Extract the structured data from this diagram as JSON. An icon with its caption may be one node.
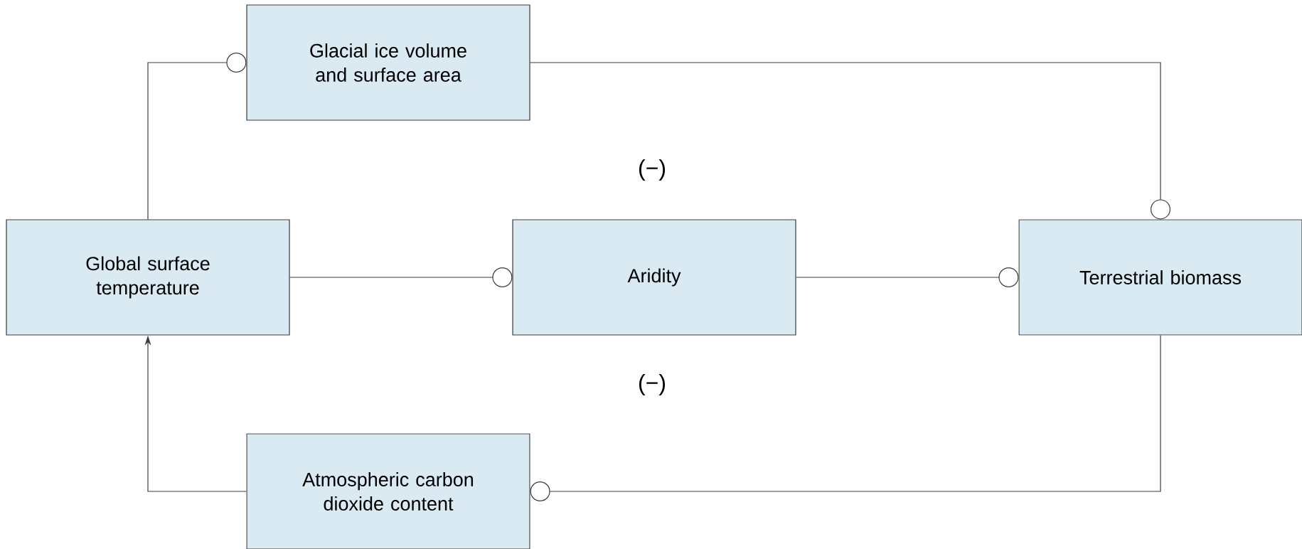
{
  "diagram": {
    "nodes": [
      {
        "text": [
          "Glacial ice volume and surface area"
        ]
      },
      {
        "text": [
          "Global surface temperature"
        ]
      },
      {
        "text": [
          "Aridity"
        ]
      },
      {
        "text": [
          "Terrestrial biomass"
        ]
      },
      {
        "text": [
          "Atmospheric carbon dioxide content"
        ]
      }
    ],
    "edges": [
      {
        "from": 1,
        "to": 0,
        "arrow": "other"
      },
      {
        "from": 0,
        "to": 3,
        "arrow": "other"
      },
      {
        "from": 1,
        "to": 2,
        "arrow": "other"
      },
      {
        "from": 2,
        "to": 3,
        "arrow": "other"
      },
      {
        "from": 3,
        "to": 4,
        "arrow": "other"
      },
      {
        "from": 4,
        "to": 1,
        "arrow": "to"
      }
    ],
    "labels": [
      "(−)",
      "(−)"
    ]
  }
}
